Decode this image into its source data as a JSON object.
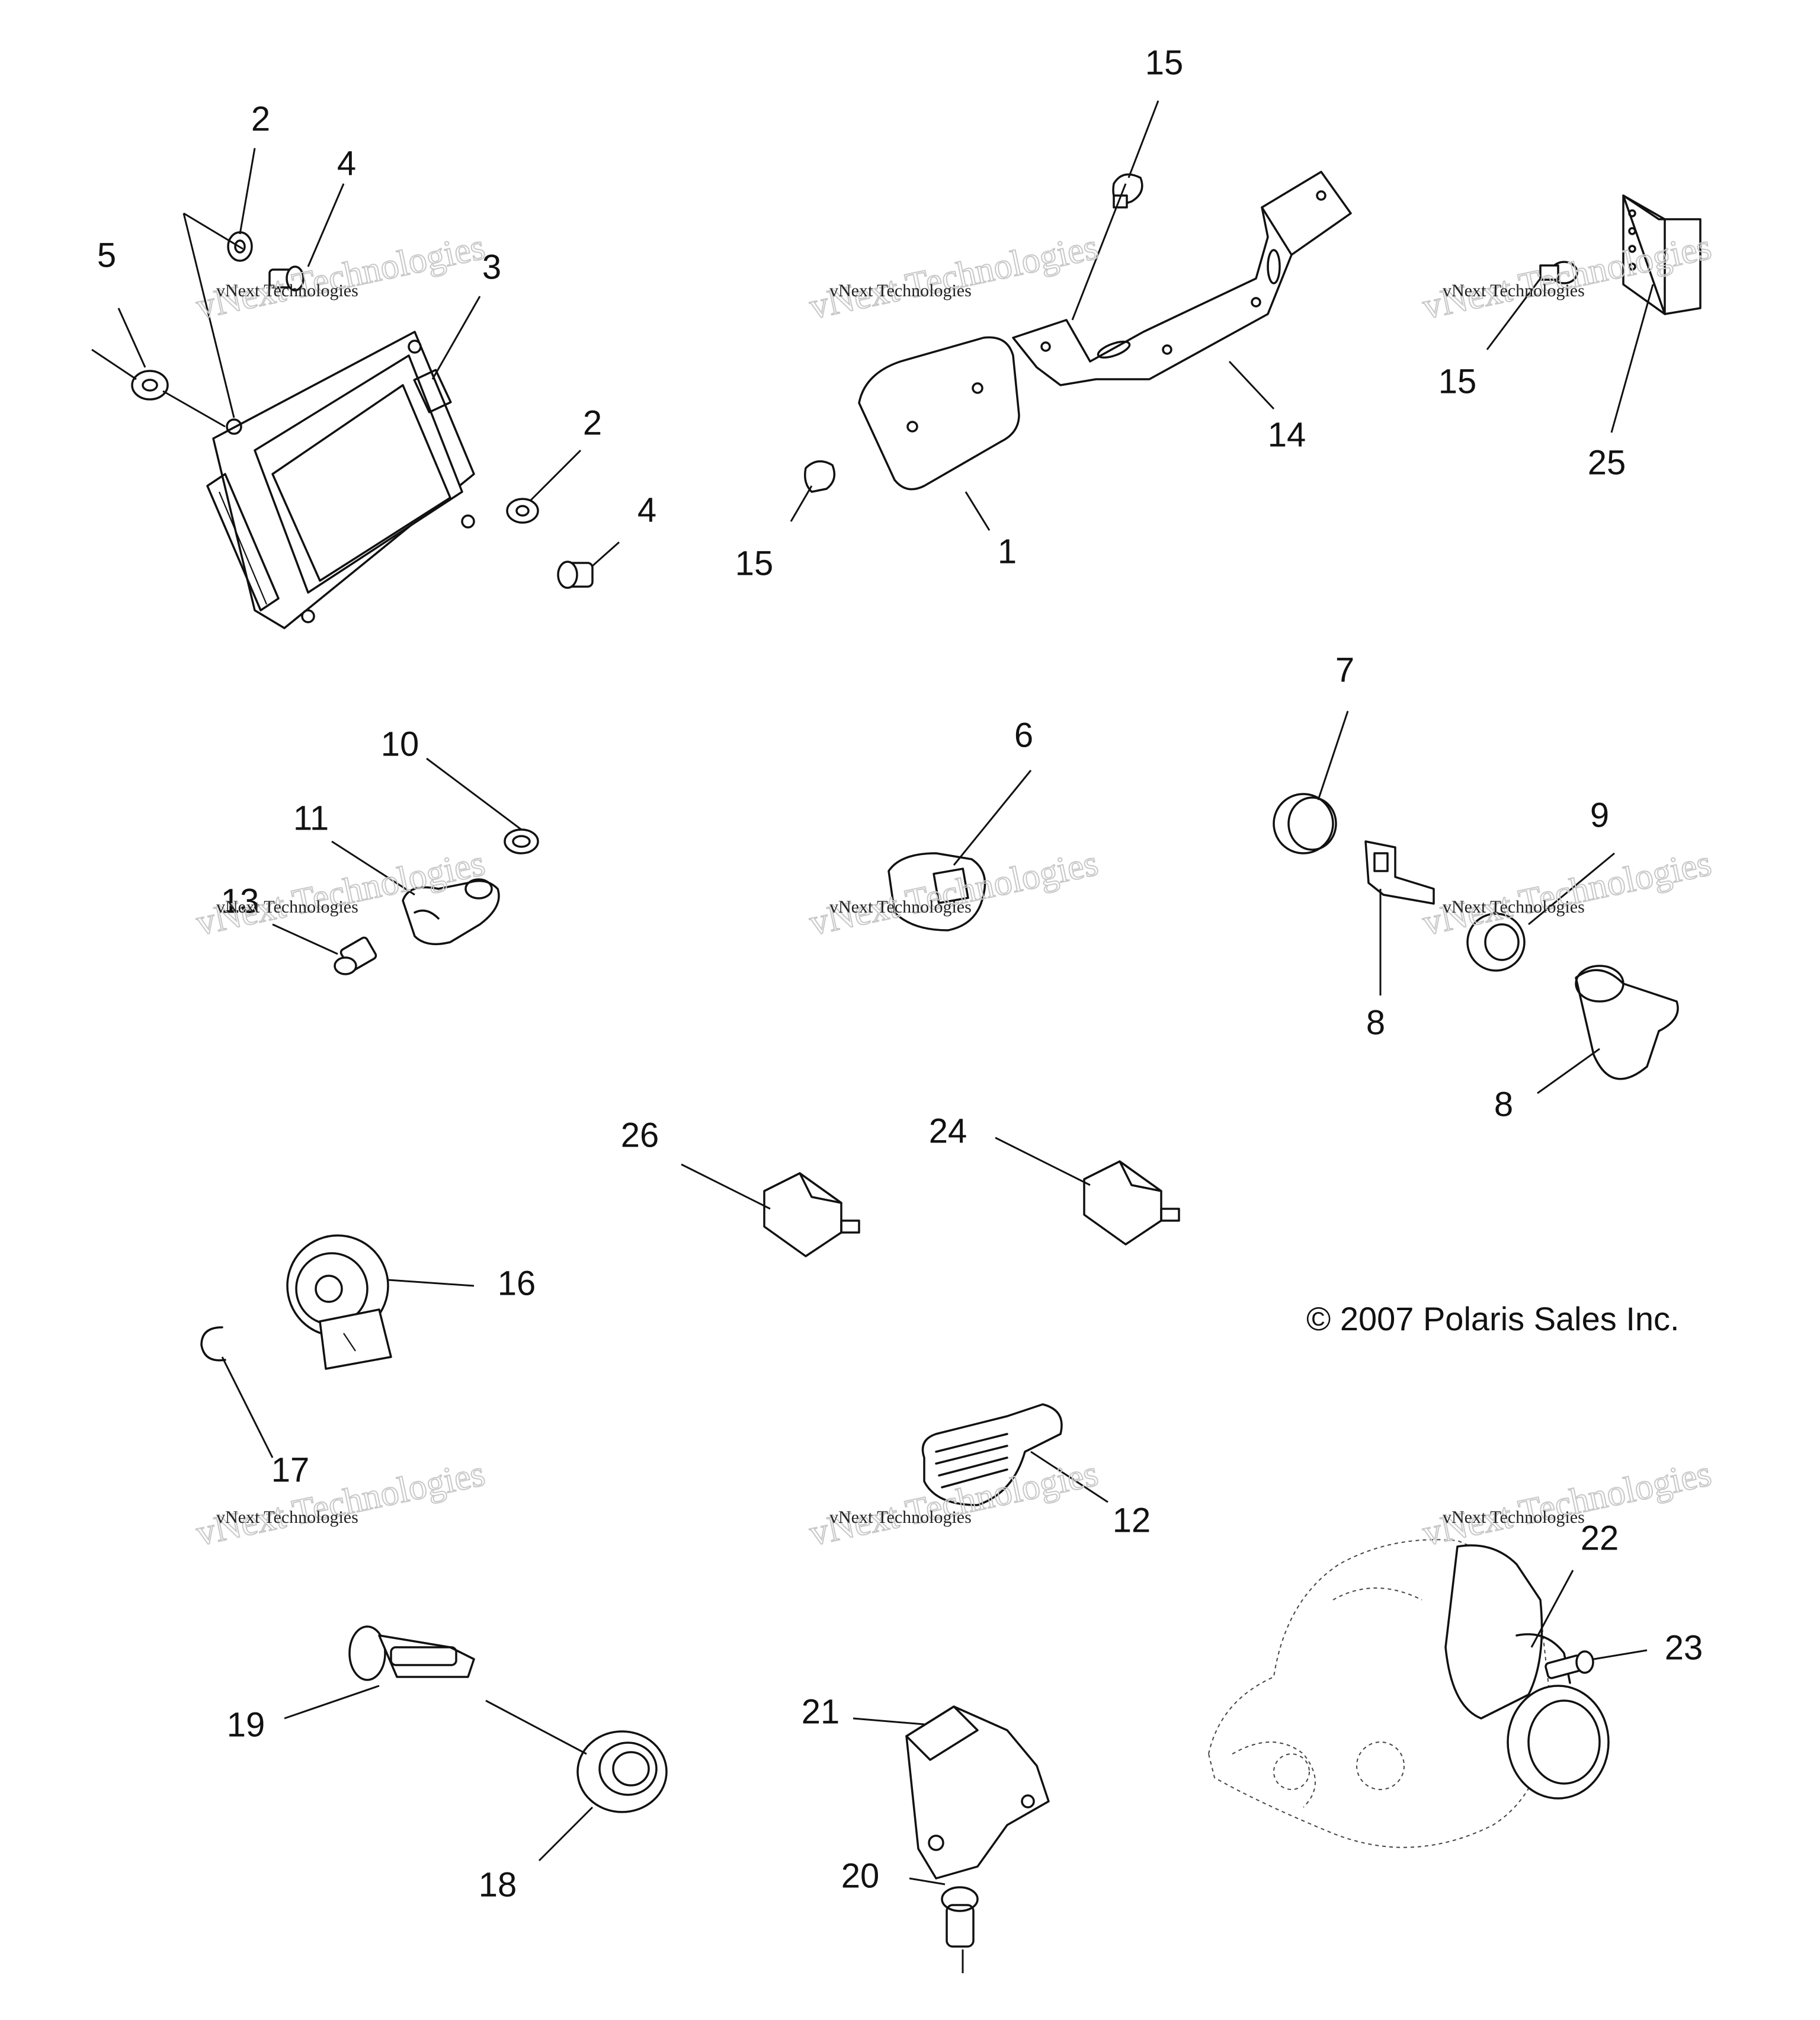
{
  "diagram": {
    "callouts": [
      "1",
      "2",
      "2",
      "3",
      "4",
      "4",
      "5",
      "6",
      "7",
      "8",
      "8",
      "9",
      "10",
      "11",
      "12",
      "13",
      "14",
      "15",
      "15",
      "15",
      "16",
      "17",
      "18",
      "19",
      "20",
      "21",
      "22",
      "23",
      "24",
      "25",
      "26"
    ],
    "copyright": "© 2007 Polaris Sales Inc.",
    "watermark": {
      "line1": "vNext Technologies",
      "outline": "vNext Technologies"
    }
  }
}
